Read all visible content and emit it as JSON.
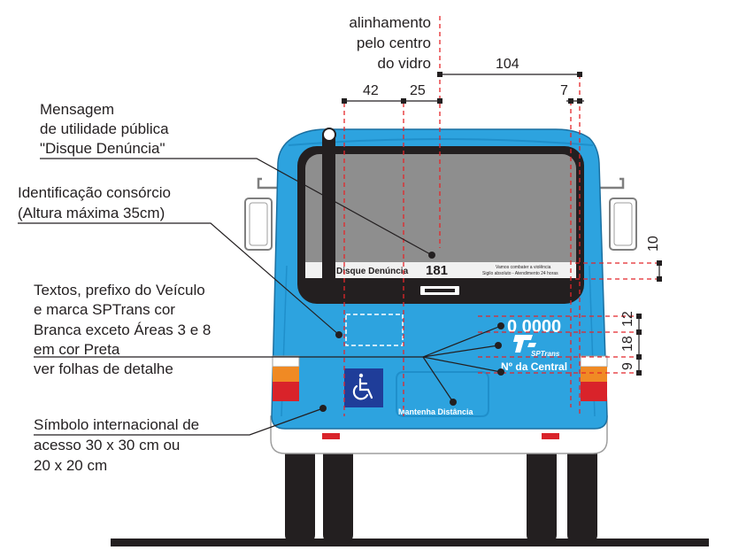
{
  "colors": {
    "bus_body": "#2da3df",
    "bus_body_dark": "#1f8fcb",
    "window_glass": "#8e8e8e",
    "frame_black": "#231f20",
    "dimension_red": "#e4262a",
    "access_symbol_blue": "#1f3d99",
    "light_orange": "#f08a24",
    "light_red": "#d9232a"
  },
  "annotations": {
    "center_align": [
      "alinhamento",
      "pelo centro",
      "do vidro"
    ],
    "public_message": [
      "Mensagem",
      "de utilidade pública",
      "\"Disque Denúncia\""
    ],
    "consortium": [
      "Identificação consórcio",
      "(Altura máxima 35cm)"
    ],
    "texts": [
      "Textos,  prefixo do Veículo",
      "e marca SPTrans cor",
      "Branca exceto Áreas 3 e 8",
      "em cor Preta",
      "ver folhas de detalhe"
    ],
    "access_symbol": [
      "Símbolo internacional de",
      "acesso 30 x 30 cm ou",
      "20 x 20 cm"
    ]
  },
  "dimensions": {
    "d42": "42",
    "d25": "25",
    "d104": "104",
    "d7": "7",
    "d10": "10",
    "d12": "12",
    "d18": "18",
    "d9": "9"
  },
  "bus_texts": {
    "disque_label": "Disque Denúncia",
    "disque_number": "181",
    "small_line1": "Vamos combater a violência",
    "small_line2": "Sigilo absoluto - Atendimento 24 horas",
    "fleet_number": "0 0000",
    "sptrans_logo": "SPTrans",
    "central_number": "Nº da Central",
    "keep_distance": "Mantenha Distância"
  },
  "icons": {
    "accessibility": "wheelchair-icon",
    "brand": "sptrans-logo-icon"
  }
}
